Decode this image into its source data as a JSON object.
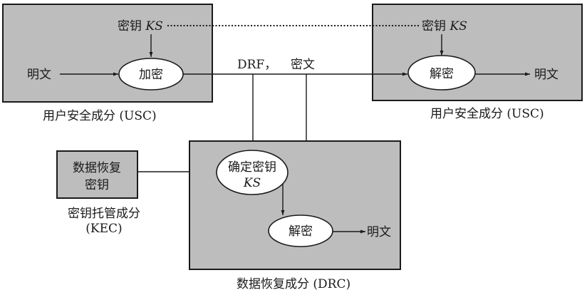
{
  "usc_left": {
    "caption": "用户安全成分 (USC)",
    "key_label": "密钥",
    "key_var": "KS",
    "input_label": "明文",
    "process_label": "加密"
  },
  "usc_right": {
    "caption": "用户安全成分 (USC)",
    "key_label": "密钥",
    "key_var": "KS",
    "output_label": "明文",
    "process_label": "解密"
  },
  "channel": {
    "drf_label": "DRF，",
    "ciphertext_label": "密文"
  },
  "kec": {
    "box_line1": "数据恢复",
    "box_line2": "密钥",
    "caption_line1": "密钥托管成分",
    "caption_line2": "(KEC)"
  },
  "drc": {
    "caption": "数据恢复成分 (DRC)",
    "determine_line1": "确定密钥",
    "determine_line2": "KS",
    "process_label": "解密",
    "output_label": "明文"
  },
  "colors": {
    "box_fill": "#bdbdbd",
    "stroke": "#1a1a1a",
    "ellipse_fill": "#ffffff"
  }
}
